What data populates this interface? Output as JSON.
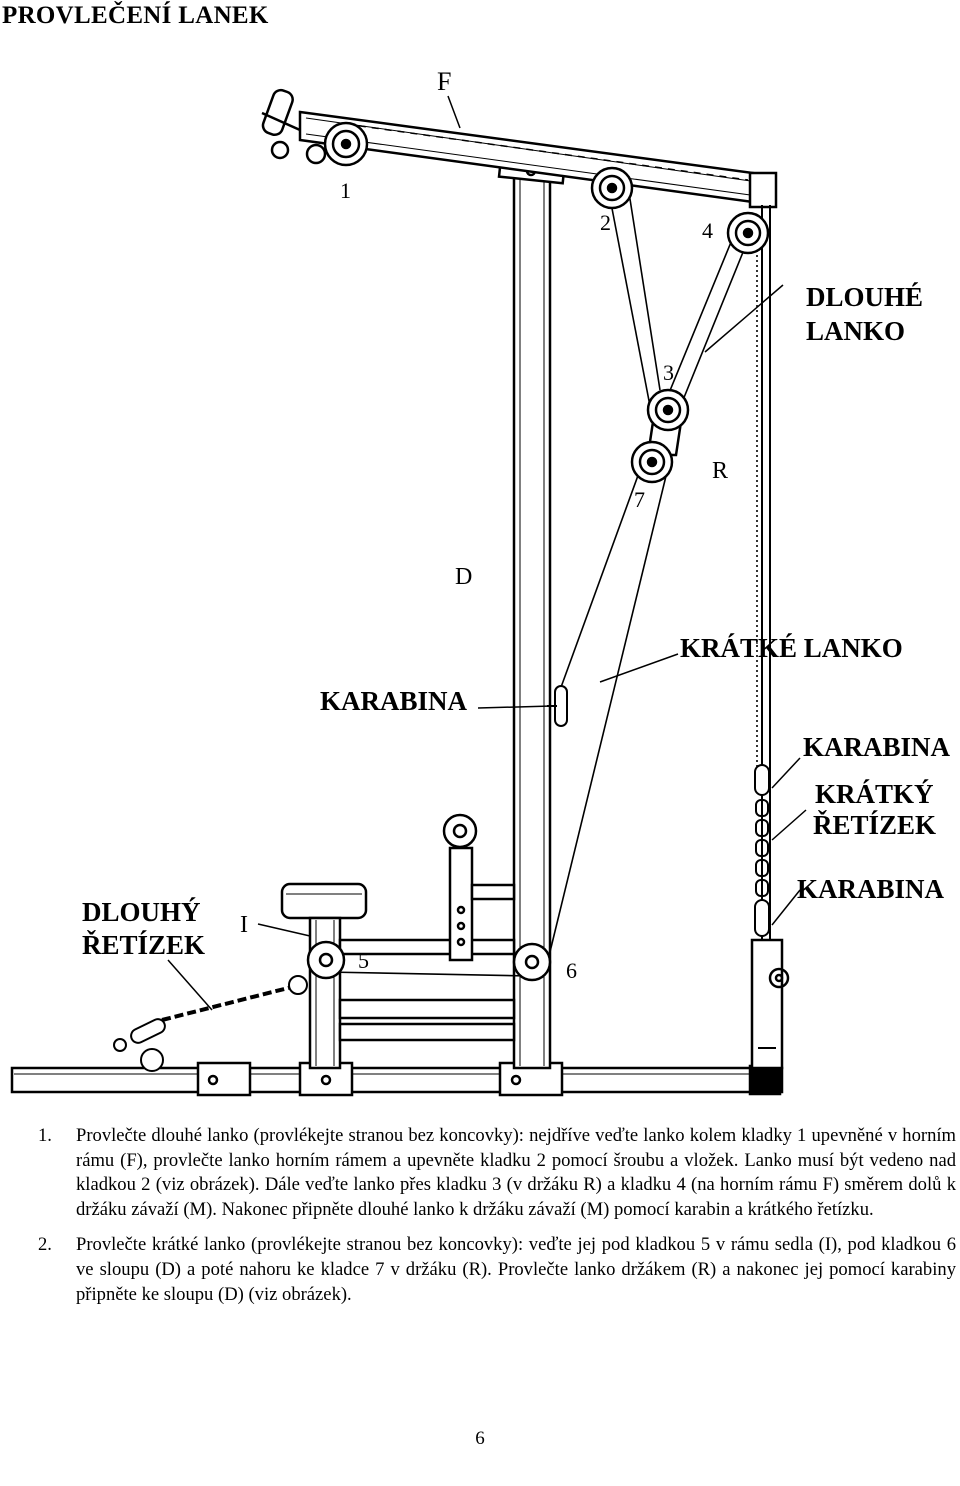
{
  "page": {
    "title": "PROVLEČENÍ LANEK",
    "page_number": "6"
  },
  "diagram": {
    "letters": {
      "F": "F",
      "D": "D",
      "R": "R",
      "I": "I"
    },
    "pulleys": {
      "p1": "1",
      "p2": "2",
      "p3": "3",
      "p4": "4",
      "p5": "5",
      "p6": "6",
      "p7": "7"
    },
    "callouts": {
      "long_cable_line1": "DLOUHÉ",
      "long_cable_line2": "LANKO",
      "short_cable": "KRÁTKÉ LANKO",
      "carabiner_left": "KARABINA",
      "carabiner_right_top": "KARABINA",
      "short_chain_line1": "KRÁTKÝ",
      "short_chain_line2": "ŘETÍZEK",
      "carabiner_right_bottom": "KARABINA",
      "long_chain_line1": "DLOUHÝ",
      "long_chain_line2": "ŘETÍZEK"
    }
  },
  "instructions": [
    {
      "number": "1.",
      "text": "Provlečte dlouhé lanko (provlékejte stranou bez koncovky): nejdříve veďte lanko kolem kladky 1 upevněné v horním rámu (F), provlečte lanko horním rámem a upevněte kladku 2 pomocí šroubu a vložek. Lanko musí být vedeno nad kladkou 2 (viz obrázek). Dále veďte lanko přes kladku 3 (v držáku R) a kladku 4 (na horním rámu F) směrem dolů k držáku závaží (M). Nakonec připněte dlouhé lanko k držáku závaží (M) pomocí karabin a krátkého řetízku."
    },
    {
      "number": "2.",
      "text": "Provlečte krátké lanko (provlékejte stranou bez koncovky): veďte jej pod kladkou 5 v rámu sedla (I), pod kladkou 6 ve sloupu (D) a poté nahoru ke kladce 7 v držáku (R). Provlečte lanko držákem (R) a nakonec jej pomocí karabiny připněte ke sloupu (D) (viz obrázek)."
    }
  ]
}
